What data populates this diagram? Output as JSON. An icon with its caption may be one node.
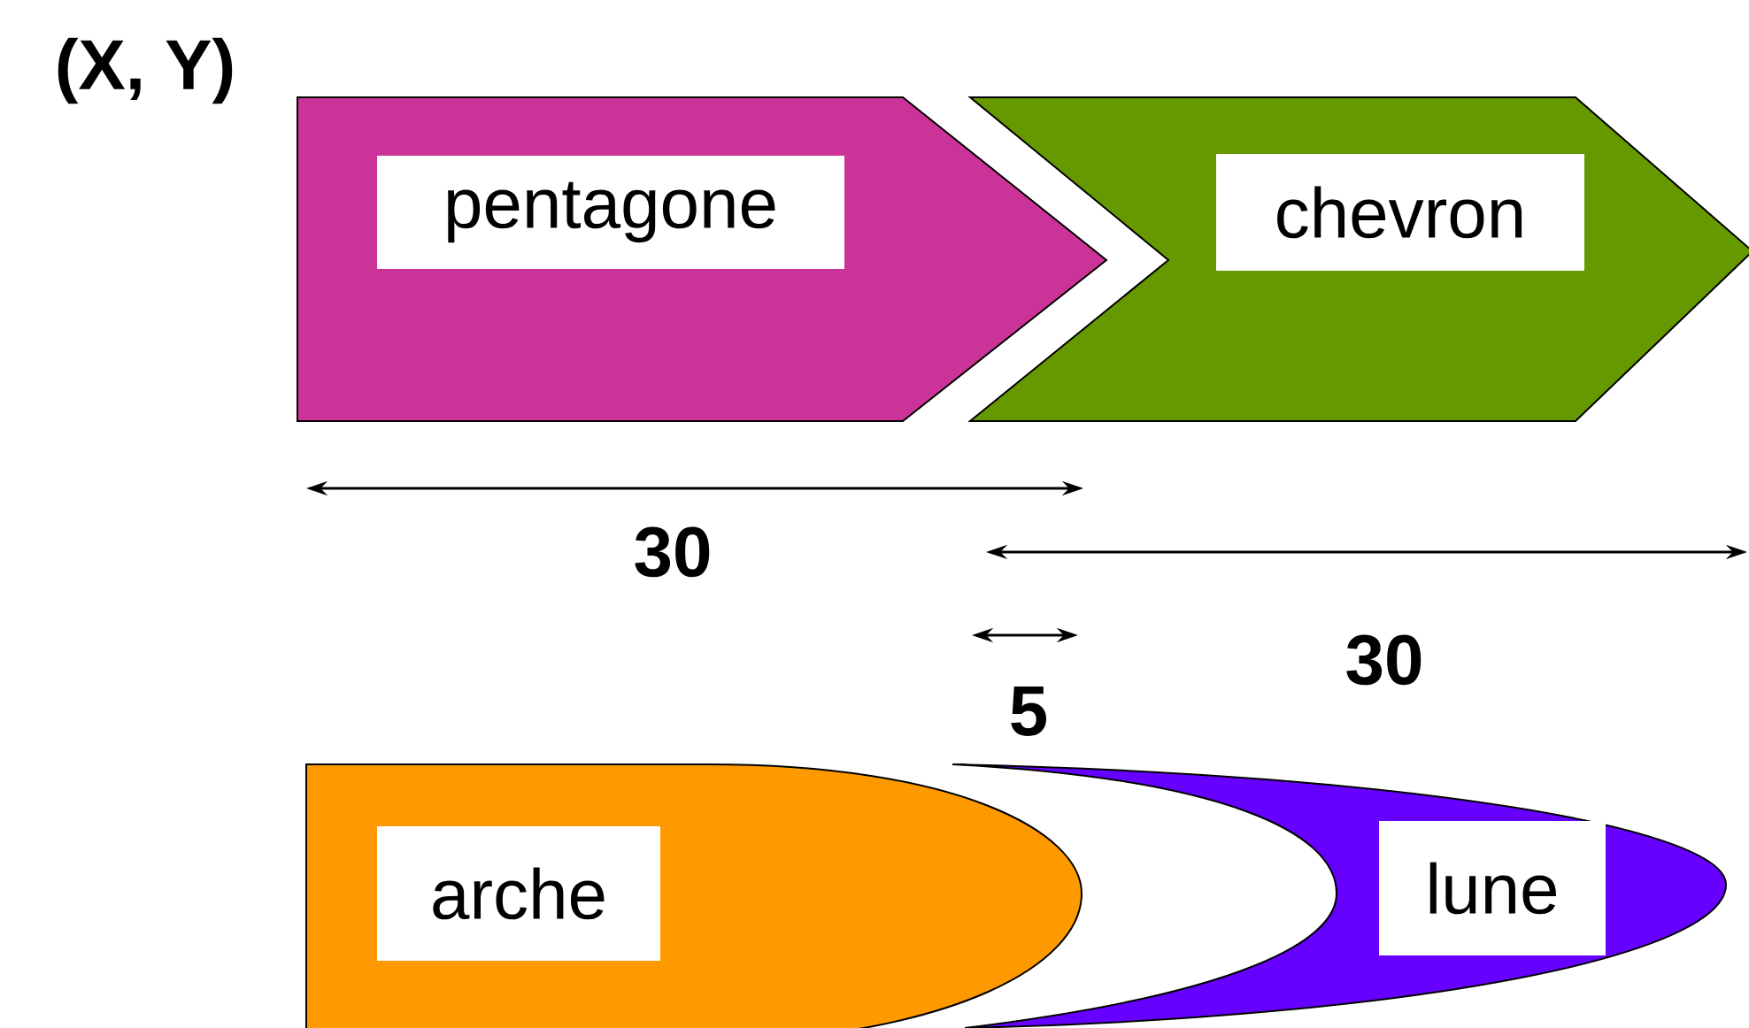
{
  "diagram": {
    "nodes": [
      {
        "text": [
          "pentagone"
        ]
      },
      {
        "text": [
          "chevron"
        ]
      },
      {
        "text": [
          "arche"
        ]
      },
      {
        "text": [
          "lune"
        ]
      }
    ],
    "labels": [
      "(X, Y)",
      "30",
      "30",
      "5"
    ]
  }
}
